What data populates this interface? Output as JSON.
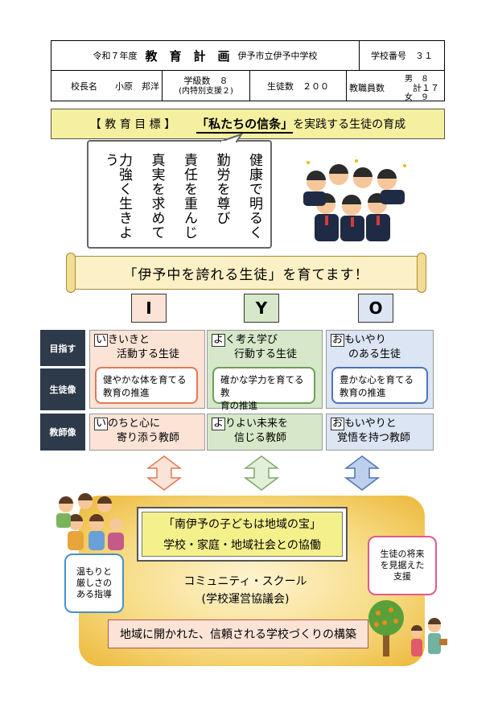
{
  "header": {
    "year": "令和７年度",
    "plan_title": "教　育　計　画",
    "school_name": "伊予市立伊予中学校",
    "school_no_label": "学校番号　３１",
    "principal_label": "校長名",
    "principal_name": "小原　邦洋",
    "classes_label": "学級数　８",
    "classes_note": "(内特別支援２)",
    "students": "生徒数　２００",
    "staff_label": "教職員数",
    "staff_male": "男　８",
    "staff_female": "女　９",
    "staff_total": "計１７"
  },
  "goal": {
    "label": "【 教 育 目 標 】",
    "creed": "「私たちの信条」",
    "text": "を実践する生徒の育成"
  },
  "creed_lines": [
    "健康で明るく",
    "勤労を尊び",
    "責任を重んじ",
    "真実を求めて",
    "力強く生きよう"
  ],
  "scroll_text": "「伊予中を誇れる生徒」を育てます！",
  "letters": [
    "I",
    "Y",
    "O"
  ],
  "row_labels": [
    "目指す",
    "生徒像",
    "教師像"
  ],
  "columns": [
    {
      "student_initial": "い",
      "student_rest1": "きいきと",
      "student_line2": "活動する生徒",
      "inner_line1": "健やかな体を育てる",
      "inner_line2": "教育の推進",
      "teacher_initial": "い",
      "teacher_rest1": "のちと心に",
      "teacher_line2": "寄り添う教師"
    },
    {
      "student_initial": "よ",
      "student_rest1": "く考え学び",
      "student_line2": "行動する生徒",
      "inner_line1": "確かな学力を育てる教",
      "inner_line2": "育の推進",
      "teacher_initial": "よ",
      "teacher_rest1": "りよい未来を",
      "teacher_line2": "信じる教師"
    },
    {
      "student_initial": "お",
      "student_rest1": "もいやり",
      "student_line2": "のある生徒",
      "inner_line1": "豊かな心を育てる",
      "inner_line2": "教育の推進",
      "teacher_initial": "お",
      "teacher_rest1": "もいやりと",
      "teacher_line2": "覚悟を持つ教師"
    }
  ],
  "community": {
    "box_line1": "「南伊予の子どもは地域の宝」",
    "box_line2": "学校・家庭・地域社会との協働",
    "school_line1": "コミュニティ・スクール",
    "school_line2": "(学校運営協議会)",
    "bottom": "地域に開かれた、信頼される学校づくりの構築",
    "left_bubble": [
      "温もりと",
      "厳しさの",
      "ある指導"
    ],
    "right_bubble": [
      "生徒の将来",
      "を見据えた",
      "支援"
    ]
  },
  "colors": {
    "goal_bg": "#f5f0a0",
    "col1": "#fbe3d6",
    "col2": "#d6e8c9",
    "col3": "#dbe5f3",
    "col1_border": "#e07a55",
    "col2_border": "#6f9e58",
    "col3_border": "#4f73b5",
    "label_dark": "#2d3a4a",
    "community": "#f2c54a"
  }
}
